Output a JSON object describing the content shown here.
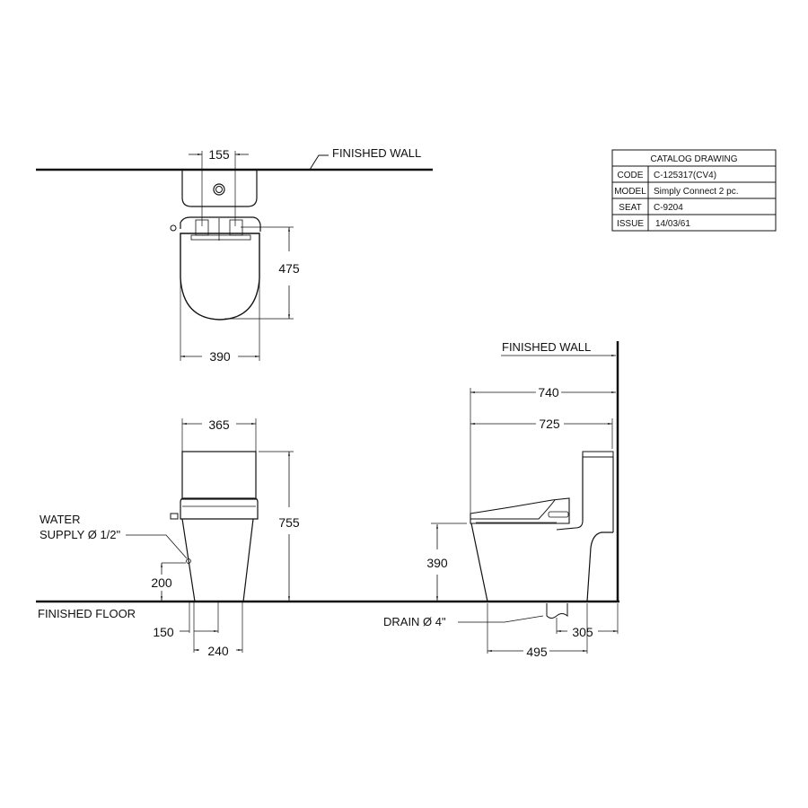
{
  "title_block": {
    "heading": "CATALOG DRAWING",
    "rows": [
      {
        "key": "CODE",
        "value": "C-125317(CV4)"
      },
      {
        "key": "MODEL",
        "value": "Simply Connect 2 pc."
      },
      {
        "key": "SEAT",
        "value": "C-9204"
      },
      {
        "key": "ISSUE",
        "value": "14/03/61"
      }
    ]
  },
  "top_view": {
    "wall_label": "FINISHED WALL",
    "dims": {
      "hinge_spacing": "155",
      "seat_depth": "475",
      "width": "390"
    }
  },
  "front_view": {
    "dims": {
      "tank_width": "365",
      "height": "755",
      "supply_height": "200",
      "supply_offset": "150",
      "base_width": "240"
    },
    "water_supply_label_1": "WATER",
    "water_supply_label_2": "SUPPLY Ø 1/2\"",
    "floor_label": "FINISHED FLOOR"
  },
  "side_view": {
    "wall_label": "FINISHED WALL",
    "dims": {
      "overall_depth": "740",
      "body_depth": "725",
      "seat_height": "390",
      "base_depth": "495",
      "rough_in": "305"
    },
    "drain_label": "DRAIN Ø 4\""
  }
}
